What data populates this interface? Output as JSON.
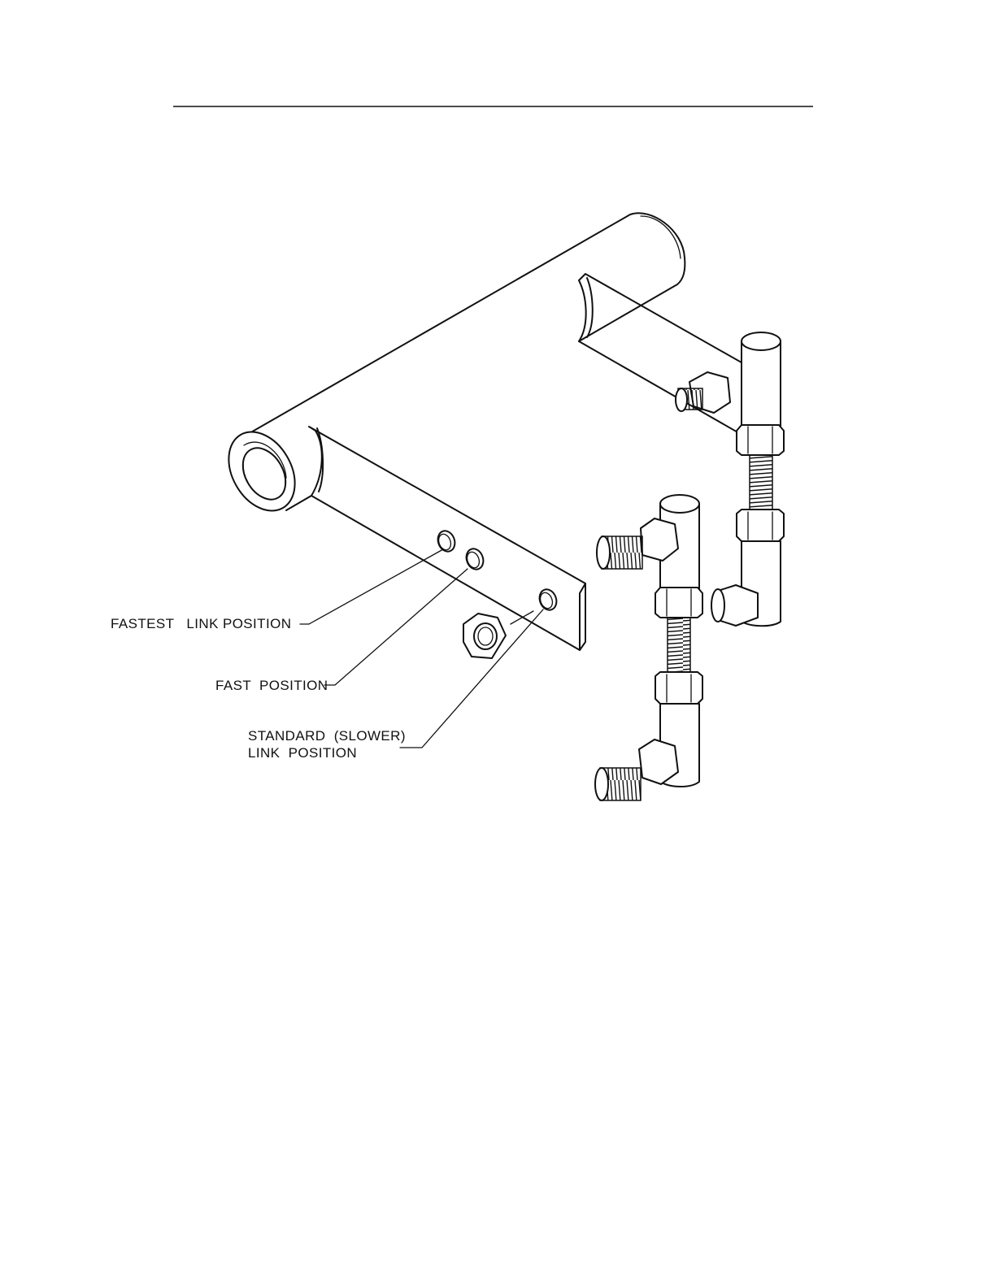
{
  "diagram": {
    "labels": {
      "fastest": "FASTEST   LINK POSITION",
      "fast": "FAST  POSITION",
      "standard_line1": "STANDARD  (SLOWER)",
      "standard_line2": "LINK  POSITION"
    }
  }
}
